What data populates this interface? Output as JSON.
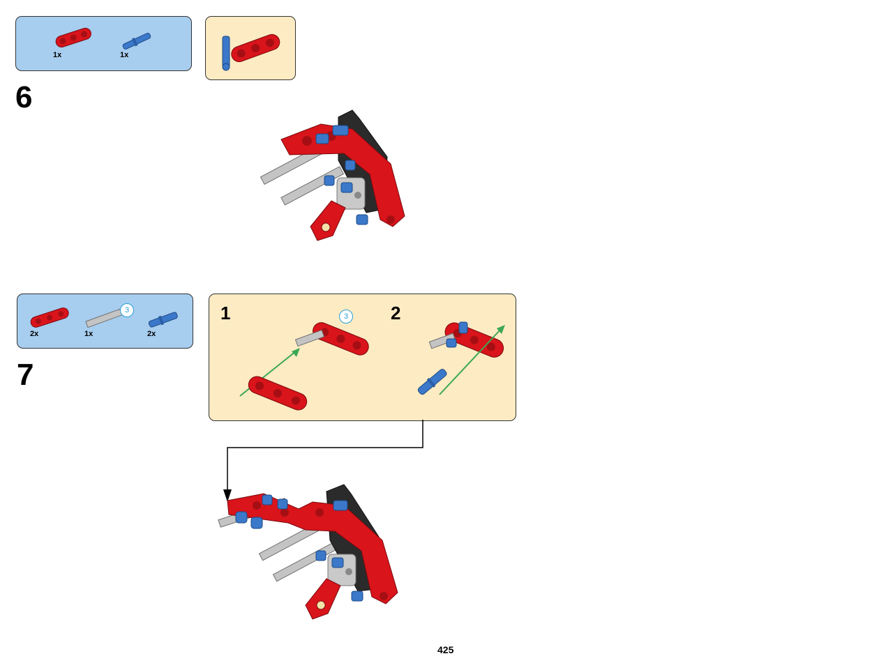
{
  "page": {
    "number": "425"
  },
  "colors": {
    "parts_bg": "#a7cdef",
    "substep_bg": "#fdebc3",
    "beam_red": "#d9141b",
    "pin_blue": "#3b78c9",
    "axle_gray": "#bdbdbd",
    "arrow_green": "#3aa756",
    "length_badge": "#2a9fd6"
  },
  "step6": {
    "number": "6",
    "parts": [
      {
        "qty": "1x",
        "part_icon": "red-beam-3-icon"
      },
      {
        "qty": "1x",
        "part_icon": "blue-axle-pin-icon"
      }
    ],
    "subassembly_icon": "red-beam-with-blue-pin-icon",
    "model_icon": "assembled-model-step6-icon"
  },
  "step7": {
    "number": "7",
    "parts": [
      {
        "qty": "2x",
        "part_icon": "red-beam-3-icon"
      },
      {
        "qty": "1x",
        "part_icon": "gray-axle-icon",
        "length": "3"
      },
      {
        "qty": "2x",
        "part_icon": "blue-axle-pin-icon"
      }
    ],
    "substeps": [
      {
        "number": "1",
        "axle_length": "3"
      },
      {
        "number": "2"
      }
    ],
    "model_icon": "assembled-model-step7-icon"
  }
}
